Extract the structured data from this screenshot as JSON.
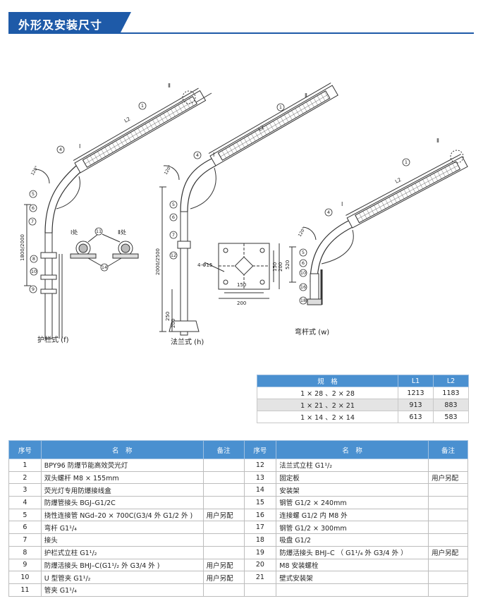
{
  "header": {
    "title": "外形及安装尺寸"
  },
  "drawing": {
    "captions": {
      "f": "护栏式 (f)",
      "h": "法兰式 (h)",
      "w": "弯杆式 (w)"
    },
    "detail_labels": {
      "d1": "Ⅰ处",
      "d2": "Ⅱ处"
    },
    "marks": {
      "I": "Ⅰ",
      "II": "Ⅱ",
      "L2": "L2",
      "angle": "120°"
    },
    "dims": {
      "f_height": "1800/2000",
      "h_height": "2000/2500",
      "h_250": "250",
      "h_200": "200",
      "plate_holes": "4-Φ15",
      "plate_150_h": "150",
      "plate_200_h": "200",
      "plate_150_v": "150",
      "plate_200_v": "200",
      "w_520": "520"
    },
    "callouts": {
      "n1": "1",
      "n4": "4",
      "n5": "5",
      "n6": "6",
      "n7": "7",
      "n8": "8",
      "n9": "9",
      "n10": "10",
      "n11": "11",
      "n12": "12",
      "n14": "14",
      "n16": "16",
      "n18": "18"
    }
  },
  "spec_table": {
    "headers": [
      "规　格",
      "L1",
      "L2"
    ],
    "rows": [
      [
        "1 × 28 、2 × 28",
        "1213",
        "1183"
      ],
      [
        "1 × 21 、2 × 21",
        "913",
        "883"
      ],
      [
        "1 × 14 、2 × 14",
        "613",
        "583"
      ]
    ]
  },
  "parts_table": {
    "headers": [
      "序号",
      "名　称",
      "备注",
      "序号",
      "名　称",
      "备注"
    ],
    "rows": [
      [
        "1",
        "BPY96 防爆节能高效荧光灯",
        "",
        "12",
        "法兰式立柱 G1¹/₂",
        ""
      ],
      [
        "2",
        "双头螺杆 M8 × 155mm",
        "",
        "13",
        "固定板",
        "用户另配"
      ],
      [
        "3",
        "荧光灯专用防爆接线盒",
        "",
        "14",
        "安装架",
        ""
      ],
      [
        "4",
        "防爆管接头 BGJ–G1/2C",
        "",
        "15",
        "钢管 G1/2 × 240mm",
        ""
      ],
      [
        "5",
        "挠性连接管 NGd–20 × 700C(G3/4 外 G1/2 外 )",
        "用户另配",
        "16",
        "连接螺 G1/2 内 M8 外",
        ""
      ],
      [
        "6",
        "弯杆 G1¹/₄",
        "",
        "17",
        "钢管 G1/2 × 300mm",
        ""
      ],
      [
        "7",
        "接头",
        "",
        "18",
        "吸盘 G1/2",
        ""
      ],
      [
        "8",
        "护栏式立柱 G1¹/₂",
        "",
        "19",
        "防爆活接头 BHJ–C （ G1¹/₄ 外 G3/4 外 ）",
        "用户另配"
      ],
      [
        "9",
        "防爆活接头 BHJ–C(G1¹/₂ 外 G3/4 外 )",
        "用户另配",
        "20",
        "M8 安装螺栓",
        ""
      ],
      [
        "10",
        "U 型管夹 G1¹/₂",
        "用户另配",
        "21",
        "壁式安装架",
        ""
      ],
      [
        "11",
        "管夹 G1¹/₄",
        "",
        "",
        "",
        ""
      ]
    ]
  }
}
